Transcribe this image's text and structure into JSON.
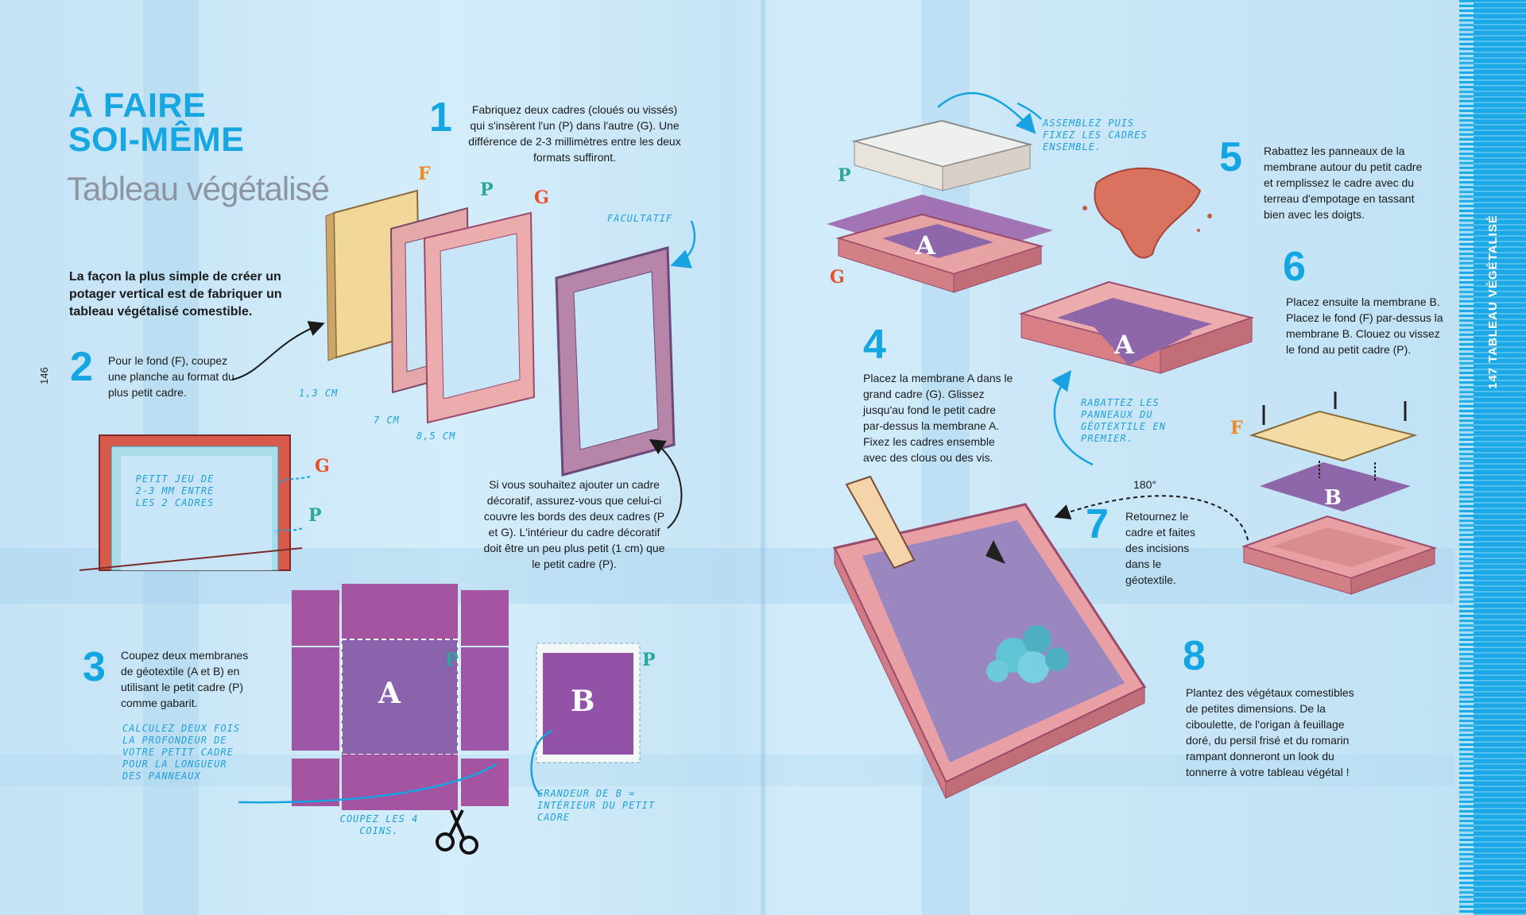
{
  "title": {
    "line1": "À FAIRE",
    "line2": "SOI-MÊME"
  },
  "subtitle": "Tableau végétalisé",
  "intro": "La façon la plus simple de créer un potager vertical est de fabriquer un tableau végétalisé comestible.",
  "page_left": "146",
  "page_right": "147",
  "running_head": "TABLEAU VÉGÉTALISÉ",
  "steps": [
    {
      "num": "1",
      "text": "Fabriquez deux cadres (cloués ou vissés) qui s'insèrent l'un (P) dans l'autre (G). Une différence de 2-3 millimètres entre les deux formats suffiront."
    },
    {
      "num": "2",
      "text": "Pour le fond (F), coupez une planche au format du plus petit cadre."
    },
    {
      "num": "3",
      "text": "Coupez deux membranes de géotextile (A et B) en utilisant le petit cadre (P) comme gabarit."
    },
    {
      "num": "4",
      "text": "Placez la membrane A dans le grand cadre (G). Glissez jusqu'au fond le petit cadre par-dessus la membrane A. Fixez les cadres ensemble avec des clous ou des vis."
    },
    {
      "num": "5",
      "text": "Rabattez les panneaux de la membrane autour du petit cadre et remplissez le cadre avec du terreau d'empotage en tassant bien avec les doigts."
    },
    {
      "num": "6",
      "text": "Placez ensuite la membrane B. Placez le fond (F) par-dessus la membrane B. Clouez ou vissez le fond au petit cadre (P)."
    },
    {
      "num": "7",
      "text": "Retournez le cadre et faites des incisions dans le géotextile."
    },
    {
      "num": "8",
      "text": "Plantez des végétaux comestibles de petites dimensions. De la ciboulette, de l'origan à feuillage doré, du persil frisé et du romarin rampant donneront un look du tonnerre à votre tableau végétal !"
    }
  ],
  "decor_note": "Si vous souhaitez ajouter un cadre décoratif, assurez-vous que celui-ci couvre les bords des deux cadres (P et G). L'intérieur du cadre décoratif doit être un peu plus petit (1 cm) que le petit cadre (P).",
  "labels": {
    "F": "F",
    "P": "P",
    "G": "G",
    "A": "A",
    "B": "B"
  },
  "dimensions": {
    "d1": "1,3 CM",
    "d2": "7 CM",
    "d3": "8,5 CM"
  },
  "angle": "180°",
  "handnotes": {
    "facultatif": "FACULTATIF",
    "jeu": "PETIT JEU DE 2-3 MM ENTRE LES 2 CADRES",
    "calculez": "CALCULEZ DEUX FOIS LA PROFONDEUR DE VOTRE PETIT CADRE POUR LA LONGUEUR DES PANNEAUX",
    "coins": "COUPEZ LES 4 COINS.",
    "grandeur": "GRANDEUR DE B = INTÉRIEUR DU PETIT CADRE",
    "assemblez": "ASSEMBLEZ PUIS FIXEZ LES CADRES ENSEMBLE.",
    "rabattez": "RABATTEZ LES PANNEAUX DU GÉOTEXTILE EN PREMIER."
  },
  "colors": {
    "accent": "#13a6e2",
    "purple": "#8a5aa8",
    "wood": "#e39aa0",
    "orange": "#f0891e",
    "teal": "#2ca69a",
    "red": "#e8502a"
  }
}
